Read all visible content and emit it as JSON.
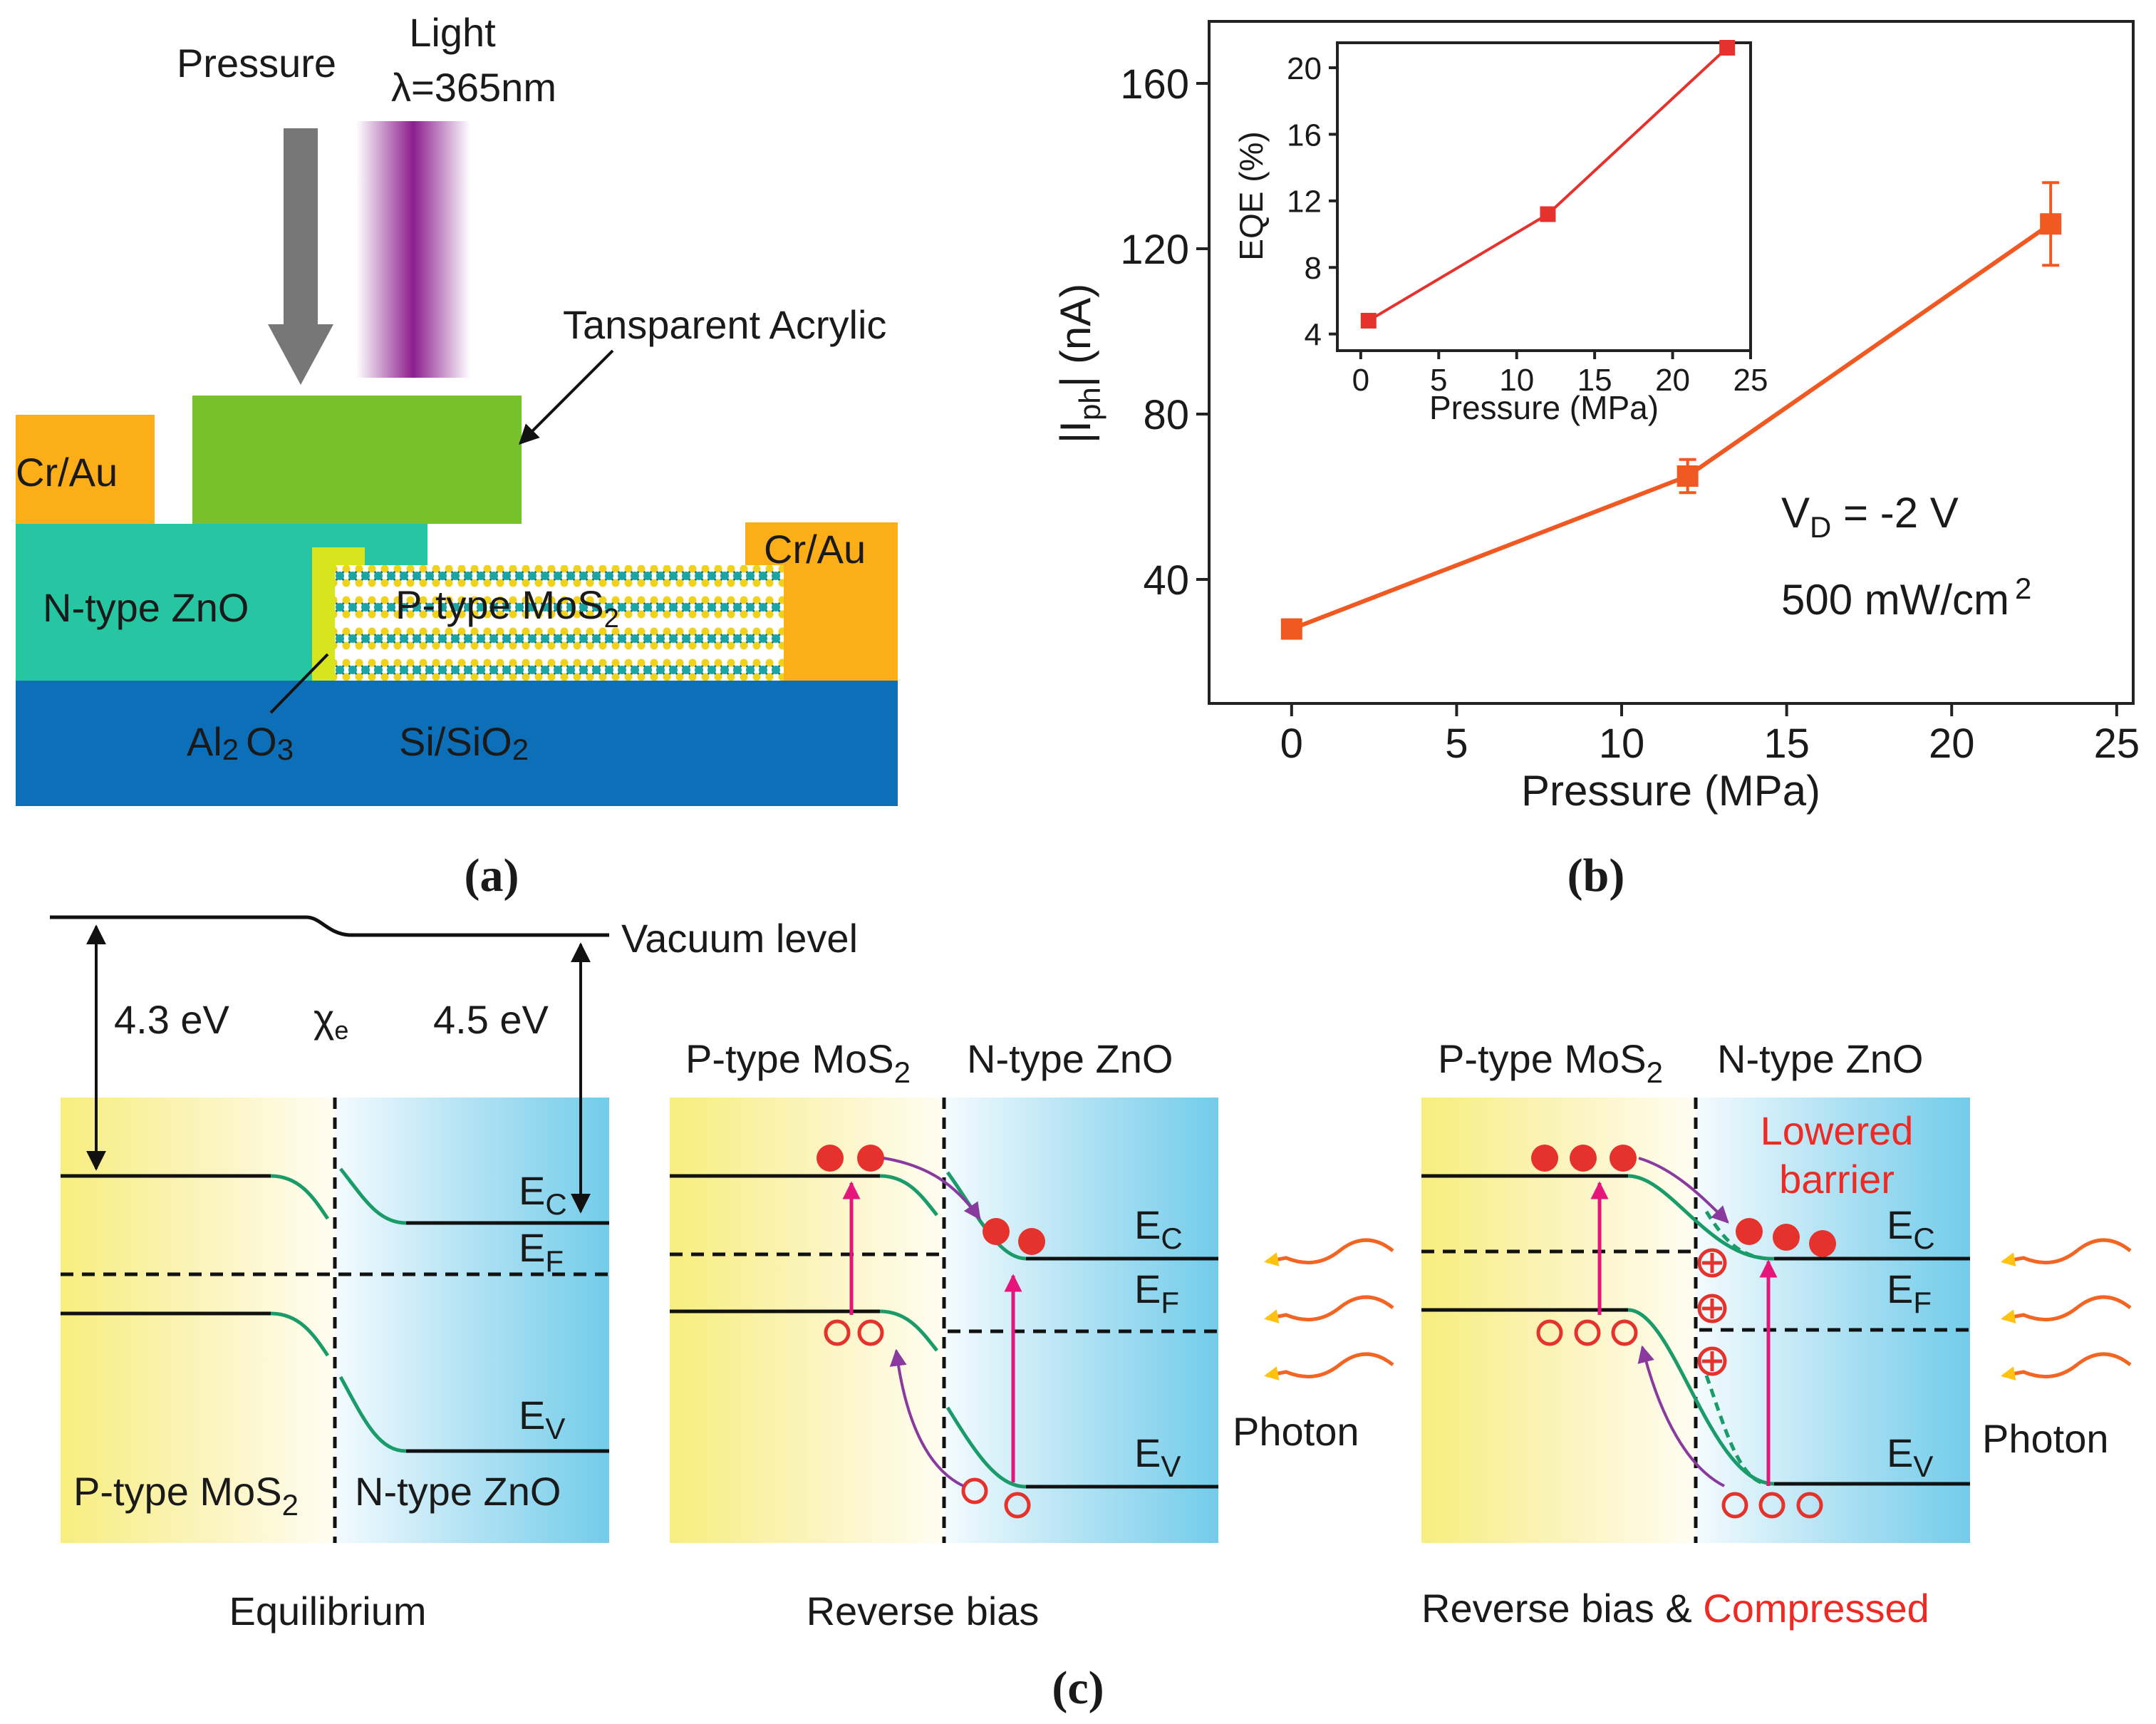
{
  "colors": {
    "silicon": "#0D6FB8",
    "zno": "#26C6A2",
    "acrylic": "#77C22B",
    "electrode": "#FBAE17",
    "al2o3": "#D7E51F",
    "arrow_gray": "#777777",
    "uv_purple": "#8B1F8E",
    "red_series": "#E5322D",
    "orange_series": "#F05A22",
    "band_green": "#1A9B6A",
    "pink_arrow": "#E6157C",
    "violet_arrow": "#8A3A9E",
    "photon_yellow": "#FFC20E",
    "photon_orange": "#F26522",
    "mos2_yellow": "#F7EE7E",
    "zno_blue": "#72CCEA",
    "red_text": "#EE2A24"
  },
  "panel_a": {
    "pressure": "Pressure",
    "light": "Light",
    "wavelength": "λ=365nm",
    "acrylic": "Tansparent Acrylic",
    "electrode_left": "Cr/Au",
    "electrode_right": "Cr/Au",
    "zno": "N-type ZnO",
    "mos2": "P-type MoS",
    "mos2_sub": "2",
    "al2o3_a": "Al",
    "al2o3_2": "2",
    "al2o3_o": "O",
    "al2o3_3": "3",
    "substrate": "Si/SiO",
    "substrate_sub": "2",
    "label": "(a)"
  },
  "panel_b": {
    "label": "(b)",
    "ylabel": "|I",
    "ylabel_sub": "ph",
    "ylabel_end": "| (nA)",
    "xlabel": "Pressure (MPa)",
    "vd": "V",
    "vd_sub": "D",
    "vd_rest": " = -2 V",
    "power": "500 mW/cm",
    "power_sup": "2",
    "inset_ylabel": "EQE (%)",
    "inset_xlabel": "Pressure (MPa)"
  },
  "chart_data": [
    {
      "type": "line",
      "xlabel": "Pressure (MPa)",
      "ylabel": "|Iph| (nA)",
      "xlim": [
        -2.5,
        25.5
      ],
      "ylim": [
        10,
        175
      ],
      "xticks": [
        0,
        5,
        10,
        15,
        20,
        25
      ],
      "yticks": [
        40,
        80,
        120,
        160
      ],
      "x": [
        0,
        12,
        23
      ],
      "y": [
        28,
        65,
        126
      ],
      "yerr": [
        1,
        4,
        10
      ],
      "annotations": [
        "VD = -2 V",
        "500 mW/cm2"
      ]
    },
    {
      "type": "line",
      "xlabel": "Pressure (MPa)",
      "ylabel": "EQE (%)",
      "xlim": [
        -1.5,
        25
      ],
      "ylim": [
        3,
        21.5
      ],
      "xticks": [
        0,
        5,
        10,
        15,
        20,
        25
      ],
      "yticks": [
        4,
        8,
        12,
        16,
        20
      ],
      "x": [
        0.5,
        12,
        23.5
      ],
      "y": [
        4.8,
        11.2,
        21.2
      ]
    }
  ],
  "panel_c": {
    "label": "(c)",
    "vacuum": "Vacuum level",
    "wf_left": "4.3 eV",
    "chi": "χ",
    "chi_sub": "e",
    "wf_right": "4.5 eV",
    "ec": "E",
    "ec_sub": "C",
    "ef": "E",
    "ef_sub": "F",
    "ev": "E",
    "ev_sub": "V",
    "mos2": "P-type MoS",
    "mos2_sub": "2",
    "zno": "N-type ZnO",
    "photon": "Photon",
    "lowered1": "Lowered",
    "lowered2": "barrier",
    "caption1": "Equilibrium",
    "caption2": "Reverse bias",
    "caption3a": "Reverse bias & ",
    "caption3b": "Compressed"
  }
}
